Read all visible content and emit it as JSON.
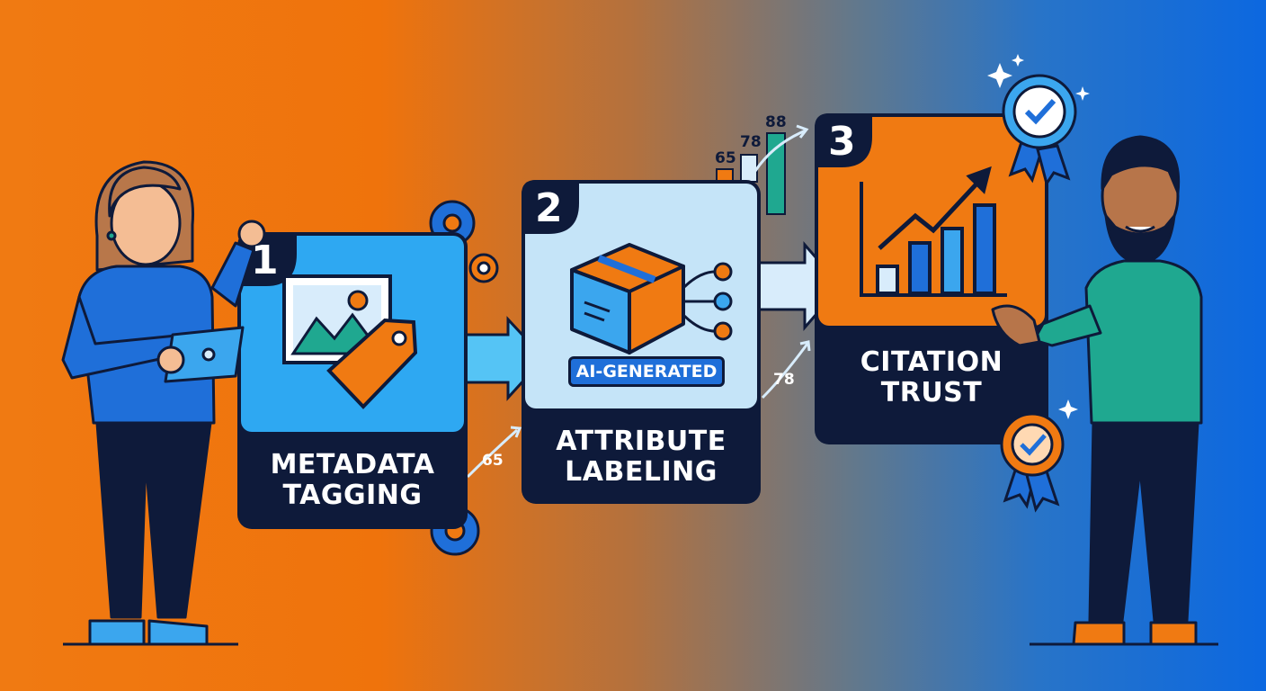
{
  "steps": [
    {
      "number": "1",
      "title_line1": "METADATA",
      "title_line2": "TAGGING"
    },
    {
      "number": "2",
      "title_line1": "ATTRIBUTE",
      "title_line2": "LABELING",
      "badge": "AI-GENERATED"
    },
    {
      "number": "3",
      "title_line1": "CITATION",
      "title_line2": "TRUST"
    }
  ],
  "scores": {
    "step1_to_step2": "65",
    "step2_to_step3": "78",
    "bars": [
      "65",
      "78",
      "88"
    ]
  },
  "colors": {
    "orange": "#f07a12",
    "blue": "#0c68e0",
    "navy": "#0e1a3a",
    "sky": "#2ea8f2",
    "teal": "#1fa890"
  },
  "icons": [
    "image-icon",
    "tag-icon",
    "gear-icon",
    "box-icon",
    "network-icon",
    "trend-chart-icon",
    "award-ribbon-icon",
    "sparkle-icon"
  ]
}
